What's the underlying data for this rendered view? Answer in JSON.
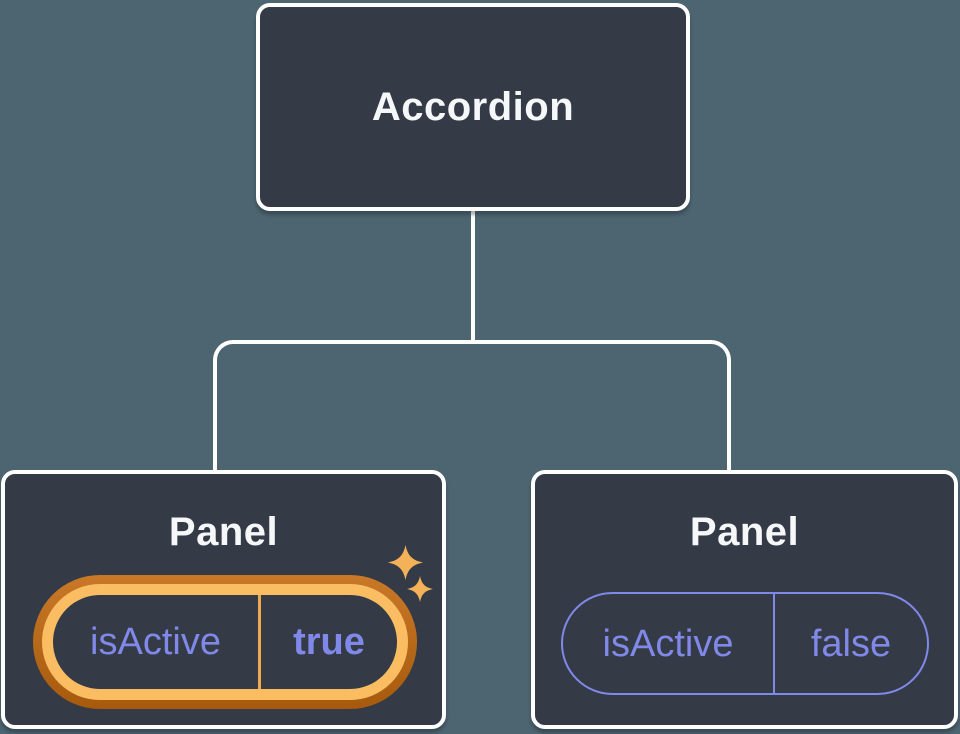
{
  "tree": {
    "root": {
      "label": "Accordion"
    },
    "children": [
      {
        "label": "Panel",
        "prop": {
          "name": "isActive",
          "value": "true"
        },
        "highlighted": true
      },
      {
        "label": "Panel",
        "prop": {
          "name": "isActive",
          "value": "false"
        },
        "highlighted": false
      }
    ]
  },
  "icons": [
    {
      "name": "sparkle-icon-large"
    },
    {
      "name": "sparkle-icon-small"
    }
  ],
  "colors": {
    "background": "#4d6570",
    "node_fill": "#343a46",
    "node_border": "#ffffff",
    "connector": "#ffffff",
    "purple": "#8089e8",
    "orange_dark": "#c2690f",
    "orange_light": "#fabd62",
    "divider_orange": "#efa94e",
    "sparkle": "#f3b258",
    "text_light": "#f6f7f9"
  }
}
